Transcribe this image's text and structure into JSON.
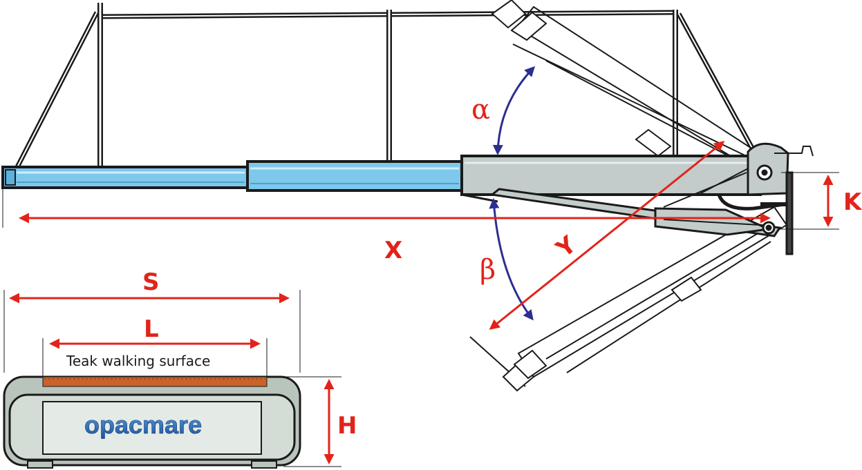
{
  "colors": {
    "dimension": "#e2231a",
    "angle": "#2b2f8f",
    "rail": "#1a1a1a",
    "tube_blue": "#7ec8ec",
    "tube_light": "#bfe6f8",
    "metal": "#c3cbcb",
    "profile_fill": "#d4dcd6",
    "profile_inner": "#e4ebe6",
    "teak": "#c9632b",
    "logo": "#2a6fbf"
  },
  "labels": {
    "x": "X",
    "y": "Y",
    "k": "K",
    "s": "S",
    "l": "L",
    "h": "H",
    "alpha": "α",
    "beta": "β"
  },
  "section": {
    "surface_note": "Teak walking surface",
    "logo": "opacmare"
  }
}
